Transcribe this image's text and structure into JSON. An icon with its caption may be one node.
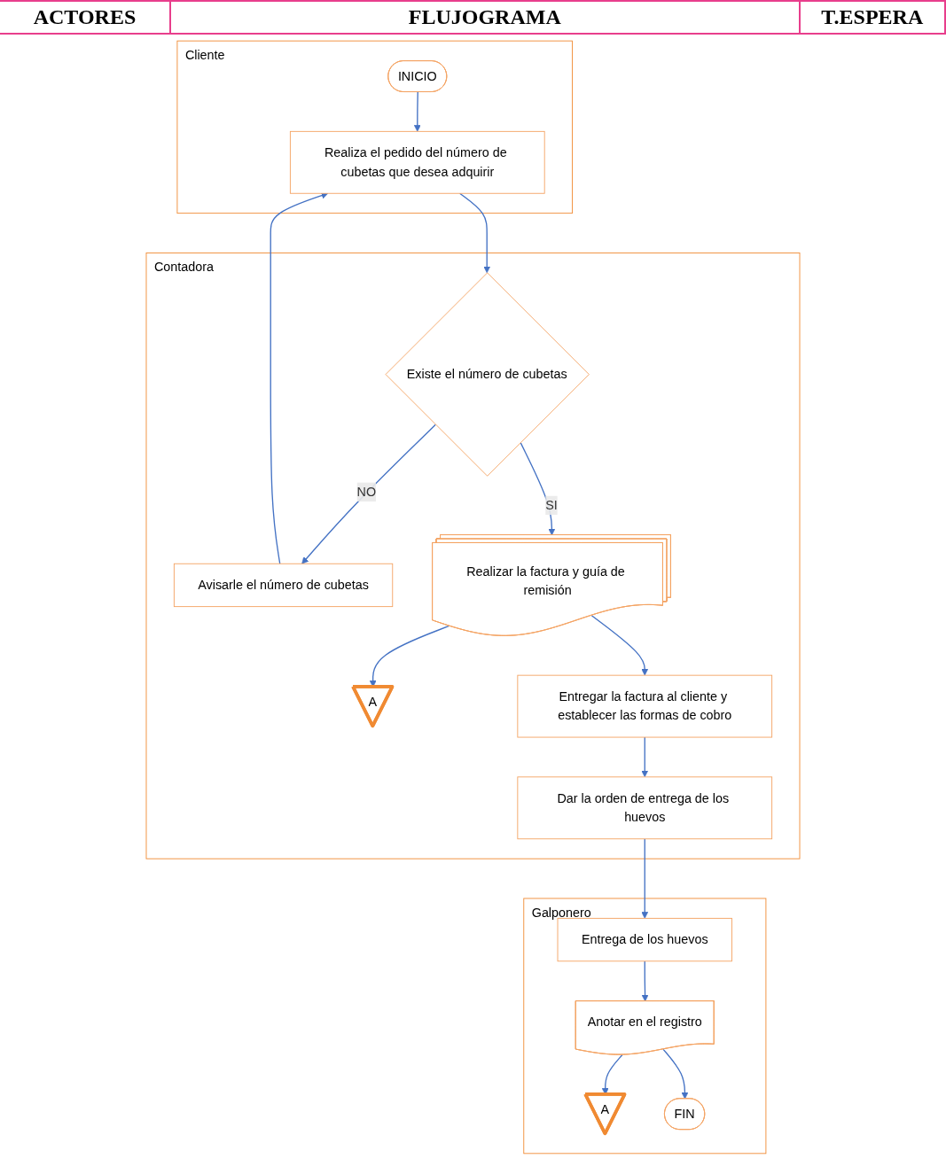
{
  "diagram": {
    "nodes": [
      {
        "text": [
          "Cliente"
        ]
      },
      {
        "text": [
          "INICIO"
        ],
        "in": 0
      },
      {
        "text": [
          "Realiza el pedido del número de cubetas que desea adquirir"
        ],
        "in": 0
      },
      {
        "text": [
          "Contadora"
        ]
      },
      {
        "text": [
          "Existe el número de cubetas"
        ],
        "in": 3
      },
      {
        "text": [
          "Avisarle el número de cubetas"
        ],
        "in": 3
      },
      {
        "text": [
          "Realizar la factura y guía de remisión"
        ],
        "in": 3
      },
      {
        "text": [
          "A"
        ],
        "in": 3
      },
      {
        "text": [
          "Entregar la factura al cliente y establecer las formas de cobro"
        ],
        "in": 3
      },
      {
        "text": [
          "Dar la orden de entrega de los huevos"
        ],
        "in": 3
      },
      {
        "text": [
          "Galponero"
        ]
      },
      {
        "text": [
          "Entrega de los huevos"
        ],
        "in": 10
      },
      {
        "text": [
          "Anotar en el registro"
        ],
        "in": 10
      },
      {
        "text": [
          "A"
        ],
        "in": 10
      },
      {
        "text": [
          "FIN"
        ],
        "in": 10
      }
    ],
    "edges": [
      {
        "from": 1,
        "to": 2,
        "arrow": "to"
      },
      {
        "from": 2,
        "to": 4,
        "arrow": "to"
      },
      {
        "from": 4,
        "to": 5,
        "arrow": "to",
        "label": "NO"
      },
      {
        "from": 5,
        "to": 2,
        "arrow": "to"
      },
      {
        "from": 4,
        "to": 6,
        "arrow": "to",
        "label": "SI"
      },
      {
        "from": 6,
        "to": 7,
        "arrow": "to"
      },
      {
        "from": 6,
        "to": 8,
        "arrow": "to"
      },
      {
        "from": 8,
        "to": 9,
        "arrow": "to"
      },
      {
        "from": 9,
        "to": 11,
        "arrow": "to"
      },
      {
        "from": 11,
        "to": 12,
        "arrow": "to"
      },
      {
        "from": 12,
        "to": 13,
        "arrow": "to"
      },
      {
        "from": 12,
        "to": 14,
        "arrow": "to"
      }
    ],
    "labels": [
      "ACTORES",
      "FLUJOGRAMA",
      "T.ESPERA"
    ]
  }
}
